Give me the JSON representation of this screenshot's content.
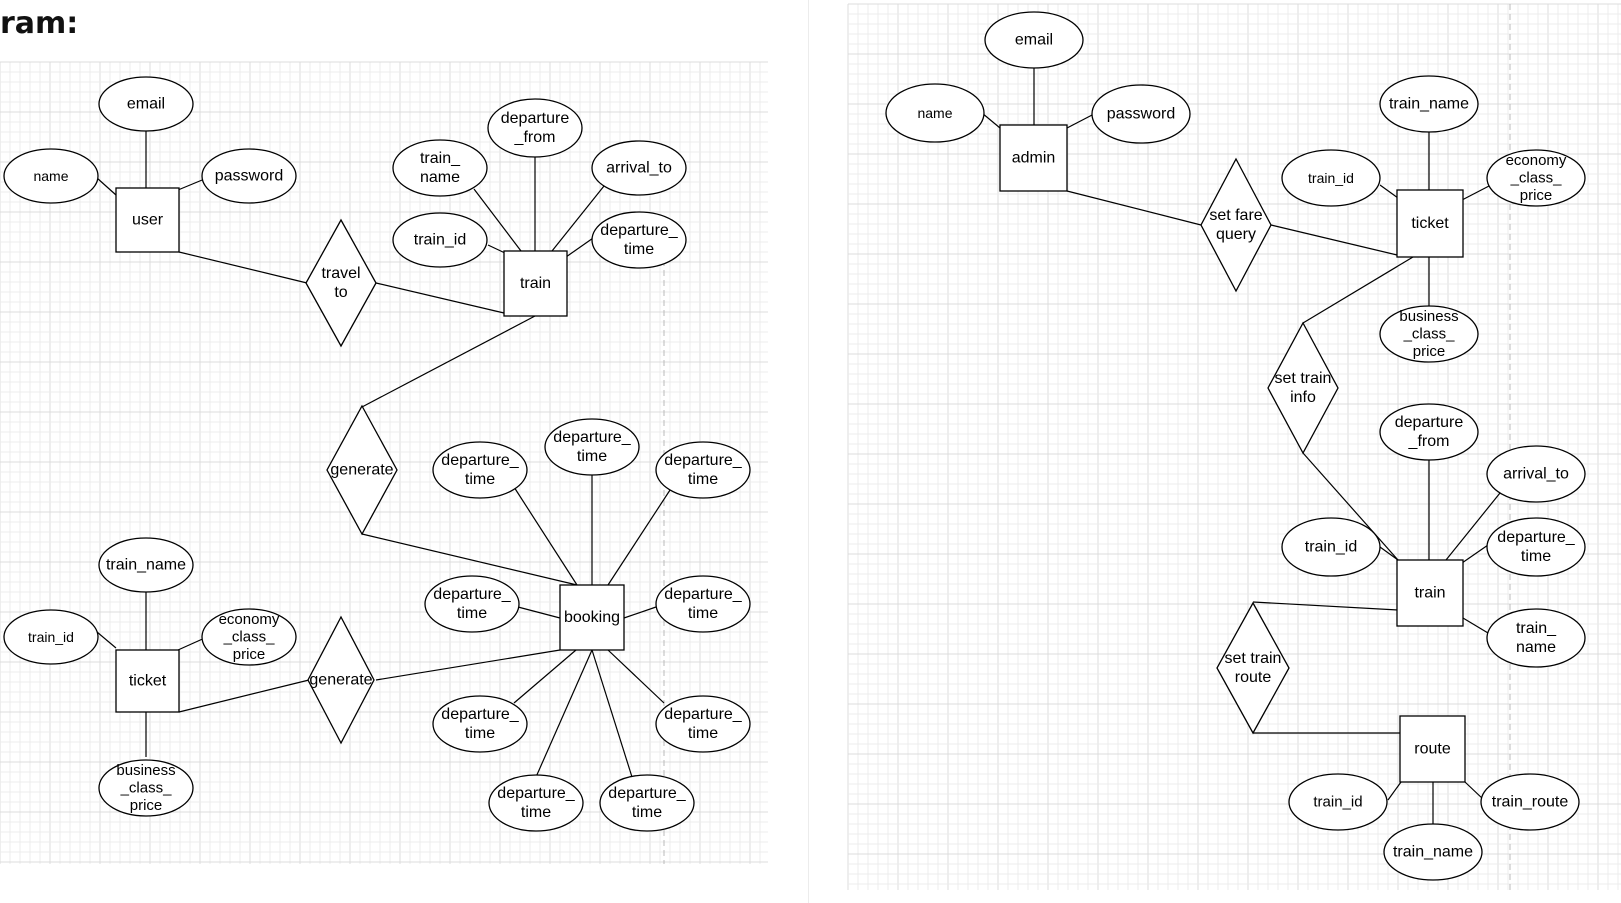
{
  "heading": "ram:",
  "colors": {
    "grid_minor": "#ececec",
    "grid_major": "#dcdcdc",
    "stroke": "#000000",
    "fill": "#ffffff"
  },
  "left": {
    "entities": {
      "user": "user",
      "train": "train",
      "booking": "booking",
      "ticket": "ticket"
    },
    "relationships": {
      "travel_to": [
        "travel",
        "to"
      ],
      "generate1": [
        "generate"
      ],
      "generate2": [
        "generate"
      ]
    },
    "attributes": {
      "user_email": [
        "email"
      ],
      "user_name": [
        "name"
      ],
      "user_password": [
        "password"
      ],
      "train_train_name": [
        "train_",
        "name"
      ],
      "train_departure_from": [
        "departure",
        "_from"
      ],
      "train_arrival_to": [
        "arrival_to"
      ],
      "train_train_id": [
        "train_id"
      ],
      "train_departure_time": [
        "departure_",
        "time"
      ],
      "booking_a1": [
        "departure_",
        "time"
      ],
      "booking_a2": [
        "departure_",
        "time"
      ],
      "booking_a3": [
        "departure_",
        "time"
      ],
      "booking_a4": [
        "departure_",
        "time"
      ],
      "booking_a5": [
        "departure_",
        "time"
      ],
      "booking_a6": [
        "departure_",
        "time"
      ],
      "booking_a7": [
        "departure_",
        "time"
      ],
      "booking_a8": [
        "departure_",
        "time"
      ],
      "booking_a9": [
        "departure_",
        "time"
      ],
      "ticket_train_name": [
        "train_name"
      ],
      "ticket_train_id": [
        "train_id"
      ],
      "ticket_economy": [
        "economy",
        "_class_",
        "price"
      ],
      "ticket_business": [
        "business",
        "_class_",
        "price"
      ]
    }
  },
  "right": {
    "entities": {
      "admin": "admin",
      "ticket": "ticket",
      "train": "train",
      "route": "route"
    },
    "relationships": {
      "set_fare_query": [
        "set fare",
        "query"
      ],
      "set_train_info": [
        "set train",
        "info"
      ],
      "set_train_route": [
        "set train",
        "route"
      ]
    },
    "attributes": {
      "admin_email": [
        "email"
      ],
      "admin_name": [
        "name"
      ],
      "admin_password": [
        "password"
      ],
      "ticket_train_name": [
        "train_name"
      ],
      "ticket_train_id": [
        "train_id"
      ],
      "ticket_economy": [
        "economy",
        "_class_",
        "price"
      ],
      "ticket_business": [
        "business",
        "_class_",
        "price"
      ],
      "train_departure_from": [
        "departure",
        "_from"
      ],
      "train_arrival_to": [
        "arrival_to"
      ],
      "train_train_id": [
        "train_id"
      ],
      "train_departure_time": [
        "departure_",
        "time"
      ],
      "train_train_name": [
        "train_",
        "name"
      ],
      "route_train_id": [
        "train_id"
      ],
      "route_train_name": [
        "train_name"
      ],
      "route_train_route": [
        "train_route"
      ]
    }
  }
}
